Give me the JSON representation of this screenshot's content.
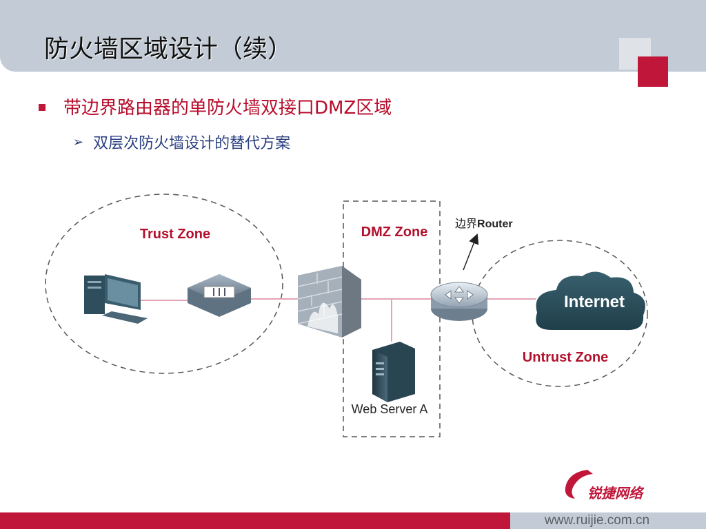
{
  "slide": {
    "title": "防火墙区域设计（续）",
    "bullet_main": "带边界路由器的单防火墙双接口DMZ区域",
    "bullet_sub": "双层次防火墙设计的替代方案"
  },
  "diagram": {
    "trust_zone": "Trust Zone",
    "dmz_zone": "DMZ Zone",
    "untrust_zone": "Untrust Zone",
    "internet": "Internet",
    "router_prefix": "边界",
    "router_name": "Router",
    "web_server": "Web Server A"
  },
  "footer": {
    "url": "www.ruijie.com.cn",
    "logo_text": "锐捷网络"
  },
  "colors": {
    "accent_red": "#c0163a",
    "header_gray": "#c3ccd6",
    "link_pink": "#e3a4b3"
  }
}
